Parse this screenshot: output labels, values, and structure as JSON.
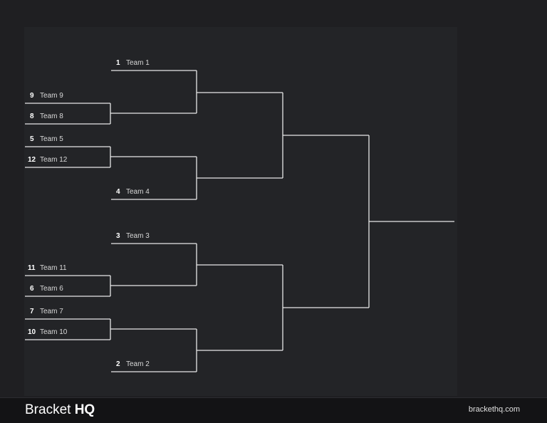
{
  "teams": [
    {
      "seed": "1",
      "name": "Team 1"
    },
    {
      "seed": "9",
      "name": "Team 9"
    },
    {
      "seed": "8",
      "name": "Team 8"
    },
    {
      "seed": "5",
      "name": "Team 5"
    },
    {
      "seed": "12",
      "name": "Team 12"
    },
    {
      "seed": "4",
      "name": "Team 4"
    },
    {
      "seed": "3",
      "name": "Team 3"
    },
    {
      "seed": "11",
      "name": "Team 11"
    },
    {
      "seed": "6",
      "name": "Team 6"
    },
    {
      "seed": "7",
      "name": "Team 7"
    },
    {
      "seed": "10",
      "name": "Team 10"
    },
    {
      "seed": "2",
      "name": "Team 2"
    }
  ],
  "footer": {
    "brand_main": "Bracket",
    "brand_bold": "HQ",
    "site": "brackethq.com"
  },
  "colors": {
    "background": "#1f1f22",
    "panel": "#232427",
    "lines": "#e8e8e8",
    "footer": "#131315"
  }
}
